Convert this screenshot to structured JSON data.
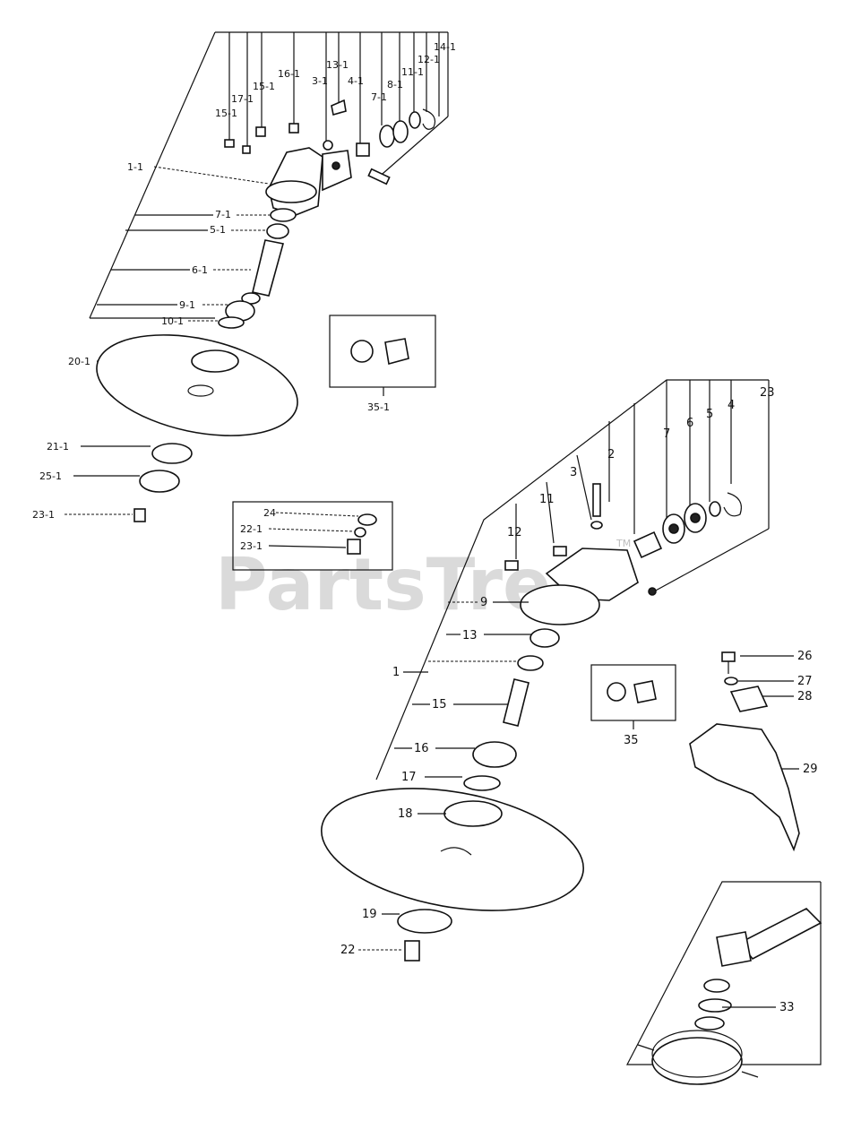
{
  "watermark": {
    "text": "PartsTree",
    "tm": "TM"
  },
  "upper_assembly": {
    "labels": [
      "14-1",
      "12-1",
      "11-1",
      "8-1",
      "7-1",
      "4-1",
      "3-1",
      "13-1",
      "16-1",
      "15-1",
      "17-1",
      "15-1",
      "1-1",
      "7-1",
      "5-1",
      "6-1",
      "9-1",
      "10-1",
      "20-1",
      "21-1",
      "25-1",
      "23-1"
    ]
  },
  "box_upper_left": {
    "labels": [
      "24",
      "22-1",
      "23-1"
    ]
  },
  "box_upper_mid": {
    "label": "35-1"
  },
  "lower_assembly": {
    "labels": [
      "23",
      "4",
      "5",
      "6",
      "7",
      "2",
      "3",
      "11",
      "12",
      "9",
      "13",
      "1",
      "15",
      "16",
      "17",
      "18",
      "19",
      "22"
    ]
  },
  "box_lower_mid": {
    "label": "35"
  },
  "guard": {
    "labels": [
      "26",
      "27",
      "28",
      "29"
    ]
  },
  "trimmer_head": {
    "label": "33"
  }
}
